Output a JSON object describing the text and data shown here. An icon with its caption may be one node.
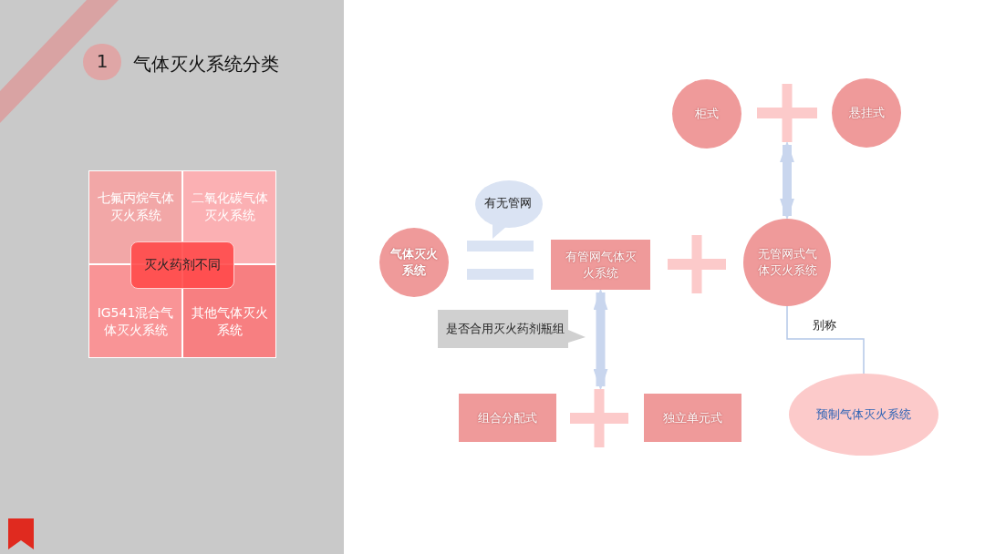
{
  "diagram": {
    "title": "气体灭火系统分类",
    "nodes": [
      {
        "text": [
          "1"
        ]
      },
      {
        "text": [
          "七氟丙烷气体灭火系统"
        ]
      },
      {
        "text": [
          "二氧化碳气体灭火系统"
        ]
      },
      {
        "text": [
          "IG541混合气体灭火系统"
        ]
      },
      {
        "text": [
          "其他气体灭火系统"
        ]
      },
      {
        "text": [
          "灭火药剂不同"
        ]
      },
      {
        "text": [
          "柜式"
        ]
      },
      {
        "text": [],
        "shape": "cross"
      },
      {
        "text": [
          "悬挂式"
        ]
      },
      {
        "text": [
          "有无管网"
        ]
      },
      {
        "text": [
          "气体灭火系统"
        ]
      },
      {
        "text": [
          "有管网气体灭火系统"
        ]
      },
      {
        "text": [],
        "shape": "cross"
      },
      {
        "text": [
          "无管网式气体灭火系统"
        ]
      },
      {
        "text": [
          "是否合用灭火药剂瓶组"
        ]
      },
      {
        "text": [
          "组合分配式"
        ]
      },
      {
        "text": [],
        "shape": "cross"
      },
      {
        "text": [
          "独立单元式"
        ]
      },
      {
        "text": [
          "预制气体灭火系统"
        ]
      }
    ],
    "edges": [
      {
        "from": 7,
        "to": 13,
        "arrow": "both",
        "color": "#c9d6ee"
      },
      {
        "from": 11,
        "to": 16,
        "arrow": "both",
        "color": "#c9d6ee"
      },
      {
        "from": 13,
        "to": 18,
        "arrow": "none",
        "label": "别称"
      }
    ]
  }
}
